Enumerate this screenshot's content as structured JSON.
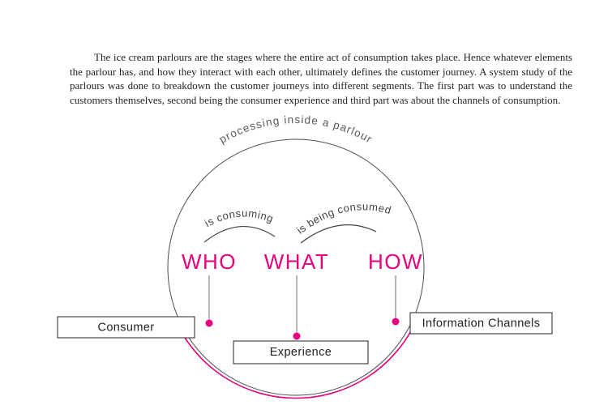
{
  "page": {
    "paragraph": "The ice cream parlours are the stages where the entire act of consumption takes place. Hence whatever elements the parlour has, and how they interact with each other, ultimately defines the customer journey. A system study of the parlours was done to breakdown the customer journeys into different segments. The first part was to understand the customers themselves, second being the consumer experience and third part was about the channels of consumption."
  },
  "diagram": {
    "title_arc": "processing inside a parlour",
    "labels": {
      "who": "WHO",
      "what": "WHAT",
      "how": "HOW"
    },
    "arc_texts": {
      "who": "is consuming",
      "how": "is being consumed"
    },
    "boxes": {
      "consumer": "Consumer",
      "experience": "Experience",
      "information_channels": "Information Channels"
    },
    "colors": {
      "accent": "#e5007d",
      "line_gray": "#58595b",
      "circle_stroke": "#4d4d4f"
    }
  }
}
